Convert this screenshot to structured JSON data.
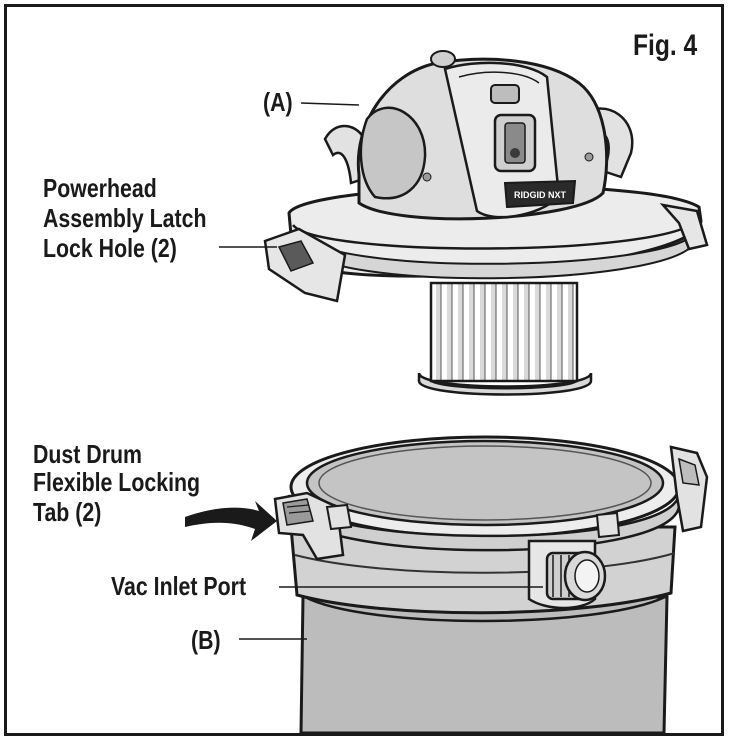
{
  "figure": {
    "title": "Fig. 4"
  },
  "labels": {
    "a": "(A)",
    "latch": [
      "Powerhead",
      "Assembly Latch",
      "Lock Hole (2)"
    ],
    "tab": [
      "Dust Drum",
      "Flexible Locking",
      "Tab (2)"
    ],
    "inlet": "Vac Inlet Port",
    "b": "(B)"
  },
  "powerhead_logo": "RIDGID NXT"
}
